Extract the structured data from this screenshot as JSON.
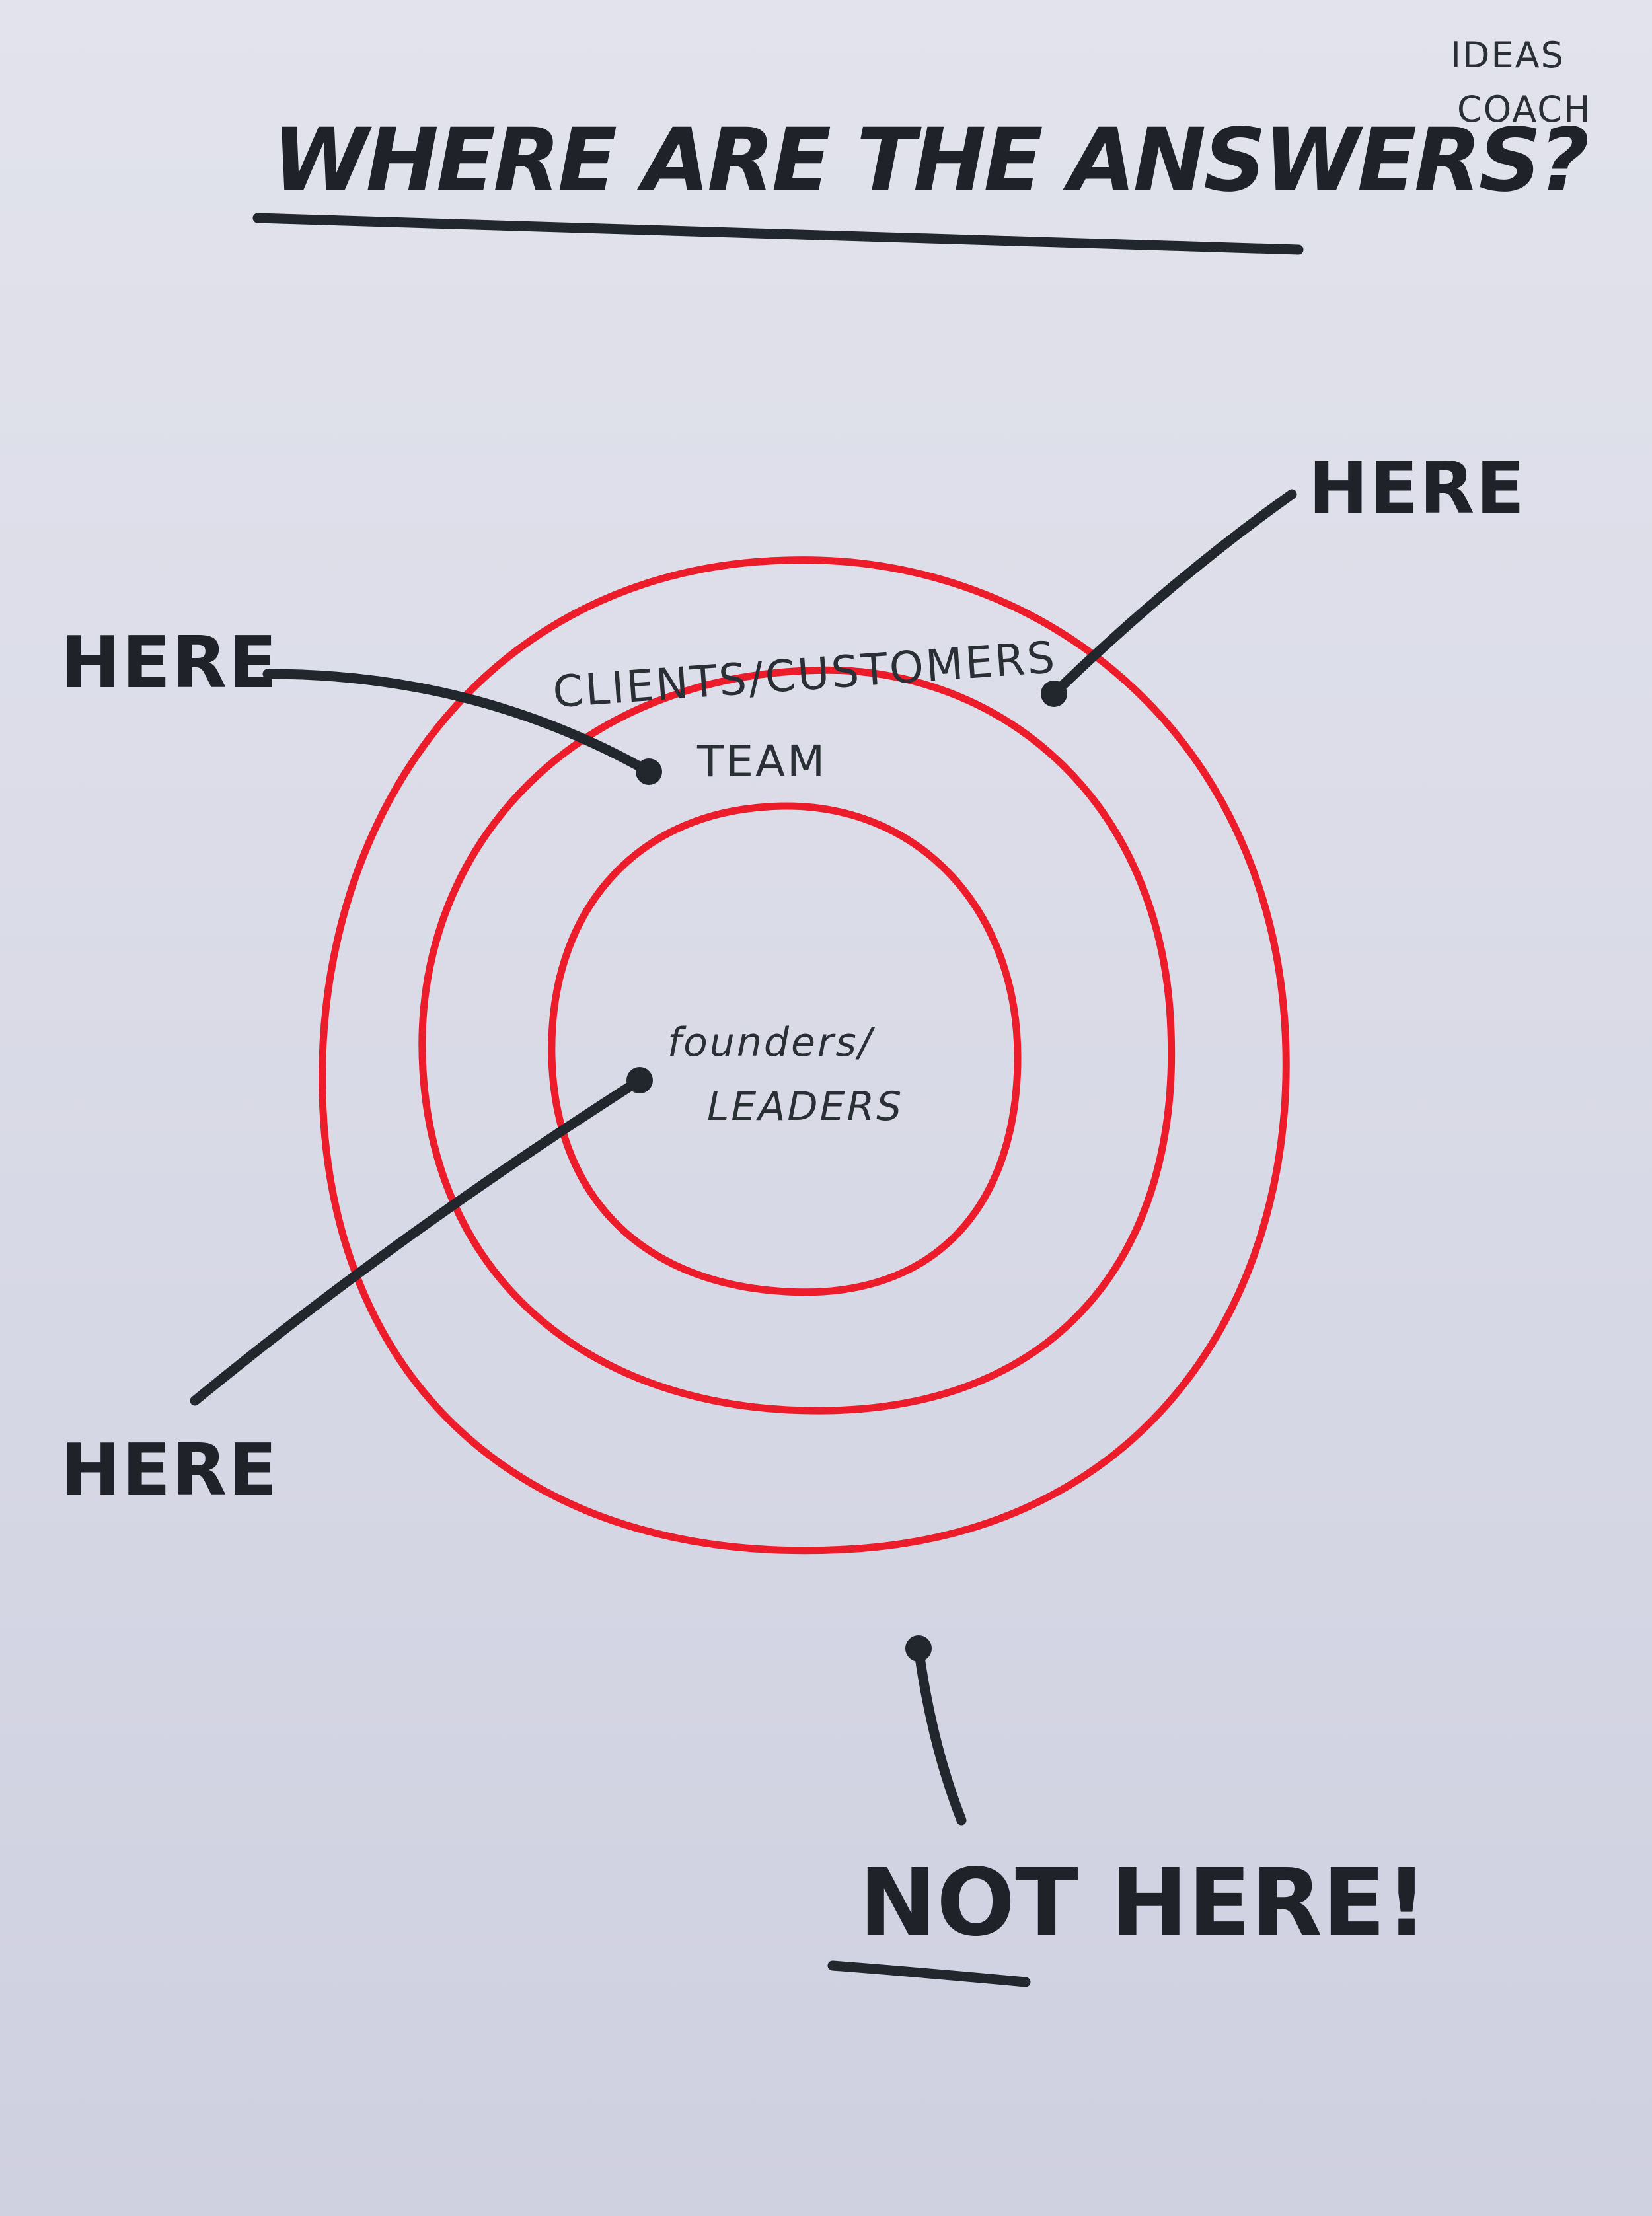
{
  "title": "WHERE ARE THE ANSWERS?",
  "brand": {
    "line1": "IDEAS",
    "line2": "COACH"
  },
  "rings": {
    "outer": "CLIENTS/CUSTOMERS",
    "middle": "TEAM",
    "inner_line1": "founders/",
    "inner_line2": "LEADERS"
  },
  "pointers": {
    "top_right": "HERE",
    "left": "HERE",
    "bottom_left": "HERE",
    "bottom": "NOT HERE!"
  },
  "colors": {
    "ring": "#ec1c2a",
    "ink": "#1f2329",
    "paper": "#dcdde8"
  }
}
